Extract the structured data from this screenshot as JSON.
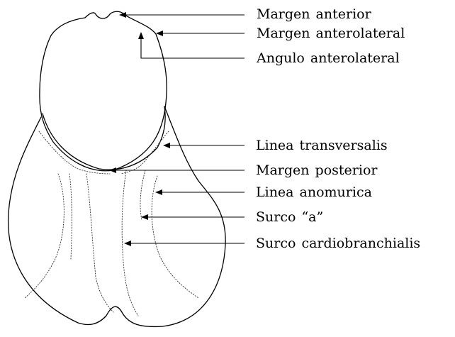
{
  "labels": {
    "margen_anterior": "Margen anterior",
    "margen_anterolateral": "Margen anterolateral",
    "angulo_anterolateral": "Angulo anterolateral",
    "linea_transversalis": "Linea transversalis",
    "margen_posterior": "Margen posterior",
    "linea_anomurica": "Linea anomurica",
    "surco_a": "Surco “a”",
    "surco_cardiobranchialis": "Surco cardiobranchialis"
  },
  "colors": {
    "line": "#000000",
    "background": "#ffffff"
  }
}
